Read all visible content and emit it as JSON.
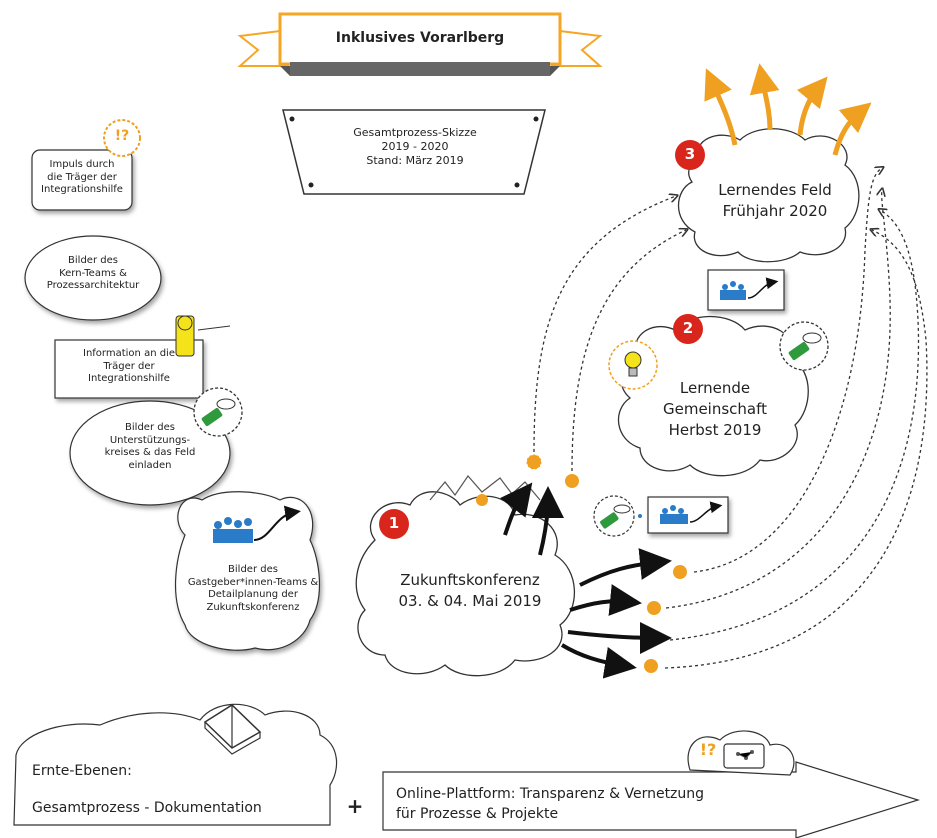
{
  "banner": {
    "title": "Inklusives Vorarlberg"
  },
  "plaque": {
    "line1": "Gesamtprozess-Skizze",
    "line2": "2019 - 2020",
    "line3": "Stand: März 2019"
  },
  "left_steps": {
    "impuls": {
      "line1": "Impuls durch",
      "line2": "die Träger der",
      "line3": "Integrationshilfe"
    },
    "kern": {
      "line1": "Bilder des",
      "line2": "Kern-Teams &",
      "line3": "Prozessarchitektur"
    },
    "information": {
      "line1": "Information an die",
      "line2": "Träger der",
      "line3": "Integrationshilfe"
    },
    "unterstuetzung": {
      "line1": "Bilder des",
      "line2": "Unterstützungs-",
      "line3": "kreises & das Feld",
      "line4": "einladen"
    },
    "gastgeber": {
      "line1": "Bilder des",
      "line2": "Gastgeber*innen-Teams &",
      "line3": "Detailplanung der",
      "line4": "Zukunftskonferenz"
    }
  },
  "stages": [
    {
      "number": "1",
      "line1": "Zukunftskonferenz",
      "line2": "03. & 04. Mai 2019"
    },
    {
      "number": "2",
      "line1": "Lernende",
      "line2": "Gemeinschaft",
      "line3": "Herbst 2019"
    },
    {
      "number": "3",
      "line1": "Lernendes Feld",
      "line2": "Frühjahr 2020"
    }
  ],
  "harvest": {
    "line1": "Ernte-Ebenen:",
    "line2": "Gesamtprozess - Dokumentation",
    "plus": "+",
    "platform_line1": "Online-Plattform: Transparenz & Vernetzung",
    "platform_line2": "für Prozesse & Projekte"
  },
  "badges": {
    "impuls_symbol": "!?",
    "platform_symbol": "!?"
  },
  "colors": {
    "accent_red": "#d9261c",
    "orange": "#f0a020",
    "banner_yellow": "#f6a623",
    "blue": "#2a7bc8",
    "green": "#2e9a3c"
  },
  "icons": [
    "exclamation-question-icon",
    "person-icon",
    "tag-icon",
    "people-chart-icon",
    "lightbulb-icon",
    "book-icon",
    "screen-icon"
  ]
}
